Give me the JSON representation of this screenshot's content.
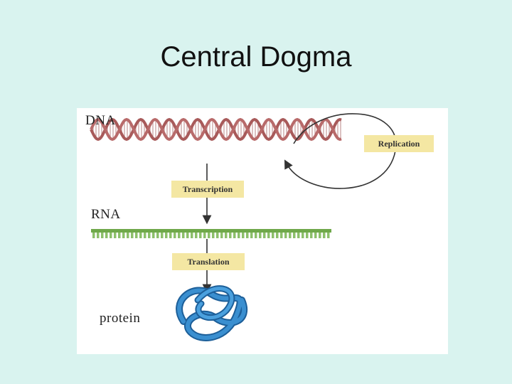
{
  "slide": {
    "title": "Central Dogma"
  },
  "diagram": {
    "dna_label": "DNA",
    "rna_label": "RNA",
    "protein_label": "protein",
    "replication_label": "Replication",
    "transcription_label": "Transcription",
    "translation_label": "Translation"
  },
  "colors": {
    "background": "#d9f3ef",
    "dna_strand": "#a85a5a",
    "rna_strand": "#6fa84a",
    "protein": "#2f7ec0",
    "label_box": "#f4e7a3"
  }
}
